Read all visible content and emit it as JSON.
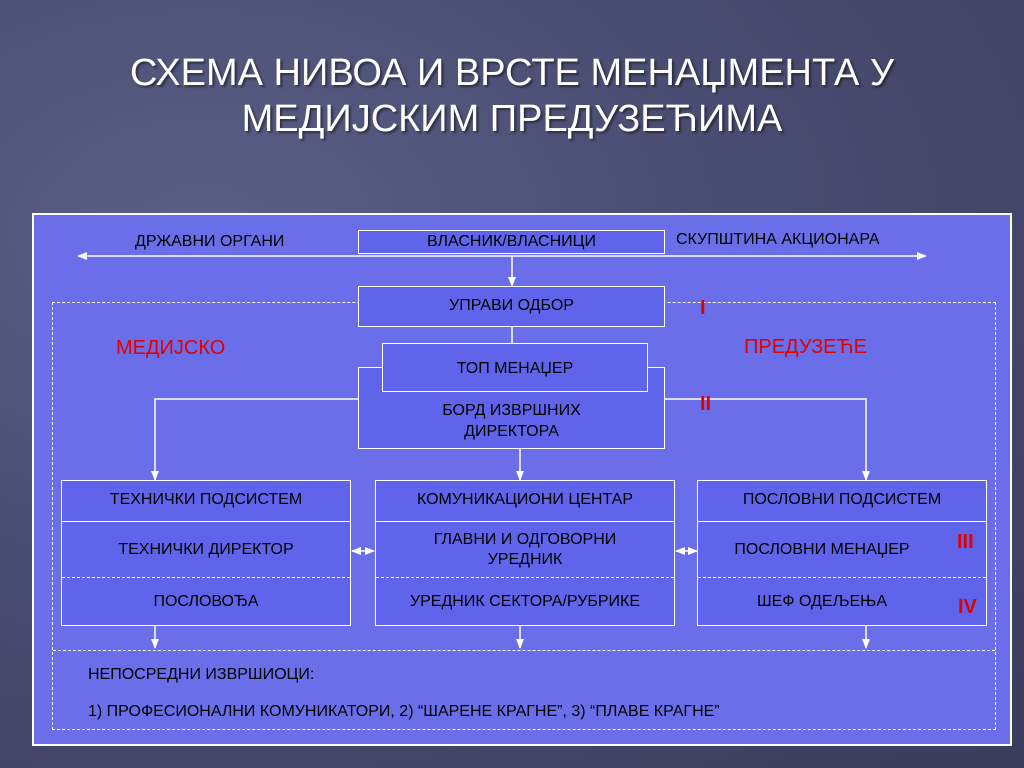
{
  "title": "СХЕМА НИВОА И ВРСТЕ МЕНАЏМЕНТА У МЕДИЈСКИМ ПРЕДУЗЕЋИМА",
  "top_row": {
    "left": "ДРЖАВНИ ОРГАНИ",
    "center": "ВЛАСНИК/ВЛАСНИЦИ",
    "right": "СКУПШТИНА АКЦИОНАРА"
  },
  "board": "УПРАВИ ОДБОР",
  "side_labels": {
    "left": "МЕДИЈСКО",
    "right": "ПРЕДУЗЕЋЕ"
  },
  "top_manager": "ТОП МЕНАЏЕР",
  "executive_board": "БОРД ИЗВРШНИХ ДИРЕКТОРА",
  "levels": {
    "i": "I",
    "ii": "II",
    "iii": "III",
    "iv": "IV"
  },
  "columns": [
    {
      "header": "ТЕХНИЧКИ ПОДСИСТЕМ",
      "row1": "ТЕХНИЧКИ ДИРЕКТОР",
      "row2": "ПОСЛОВОЂА"
    },
    {
      "header": "КОМУНИКАЦИОНИ ЦЕНТАР",
      "row1": "ГЛАВНИ И ОДГОВОРНИ УРЕДНИК",
      "row2": "УРЕДНИК СЕКТОРА/РУБРИКЕ"
    },
    {
      "header": "ПОСЛОВНИ ПОДСИСТЕМ",
      "row1": "ПОСЛОВНИ МЕНАЏЕР",
      "row2": "ШЕФ ОДЕЉЕЊА"
    }
  ],
  "bottom": {
    "line1": "НЕПОСРЕДНИ ИЗВРШИОЦИ:",
    "line2": "1) ПРОФЕСИОНАЛНИ КОМУНИКАТОРИ, 2) “ШАРЕНЕ КРАГНЕ”, 3) “ПЛАВЕ КРАГНЕ”"
  }
}
